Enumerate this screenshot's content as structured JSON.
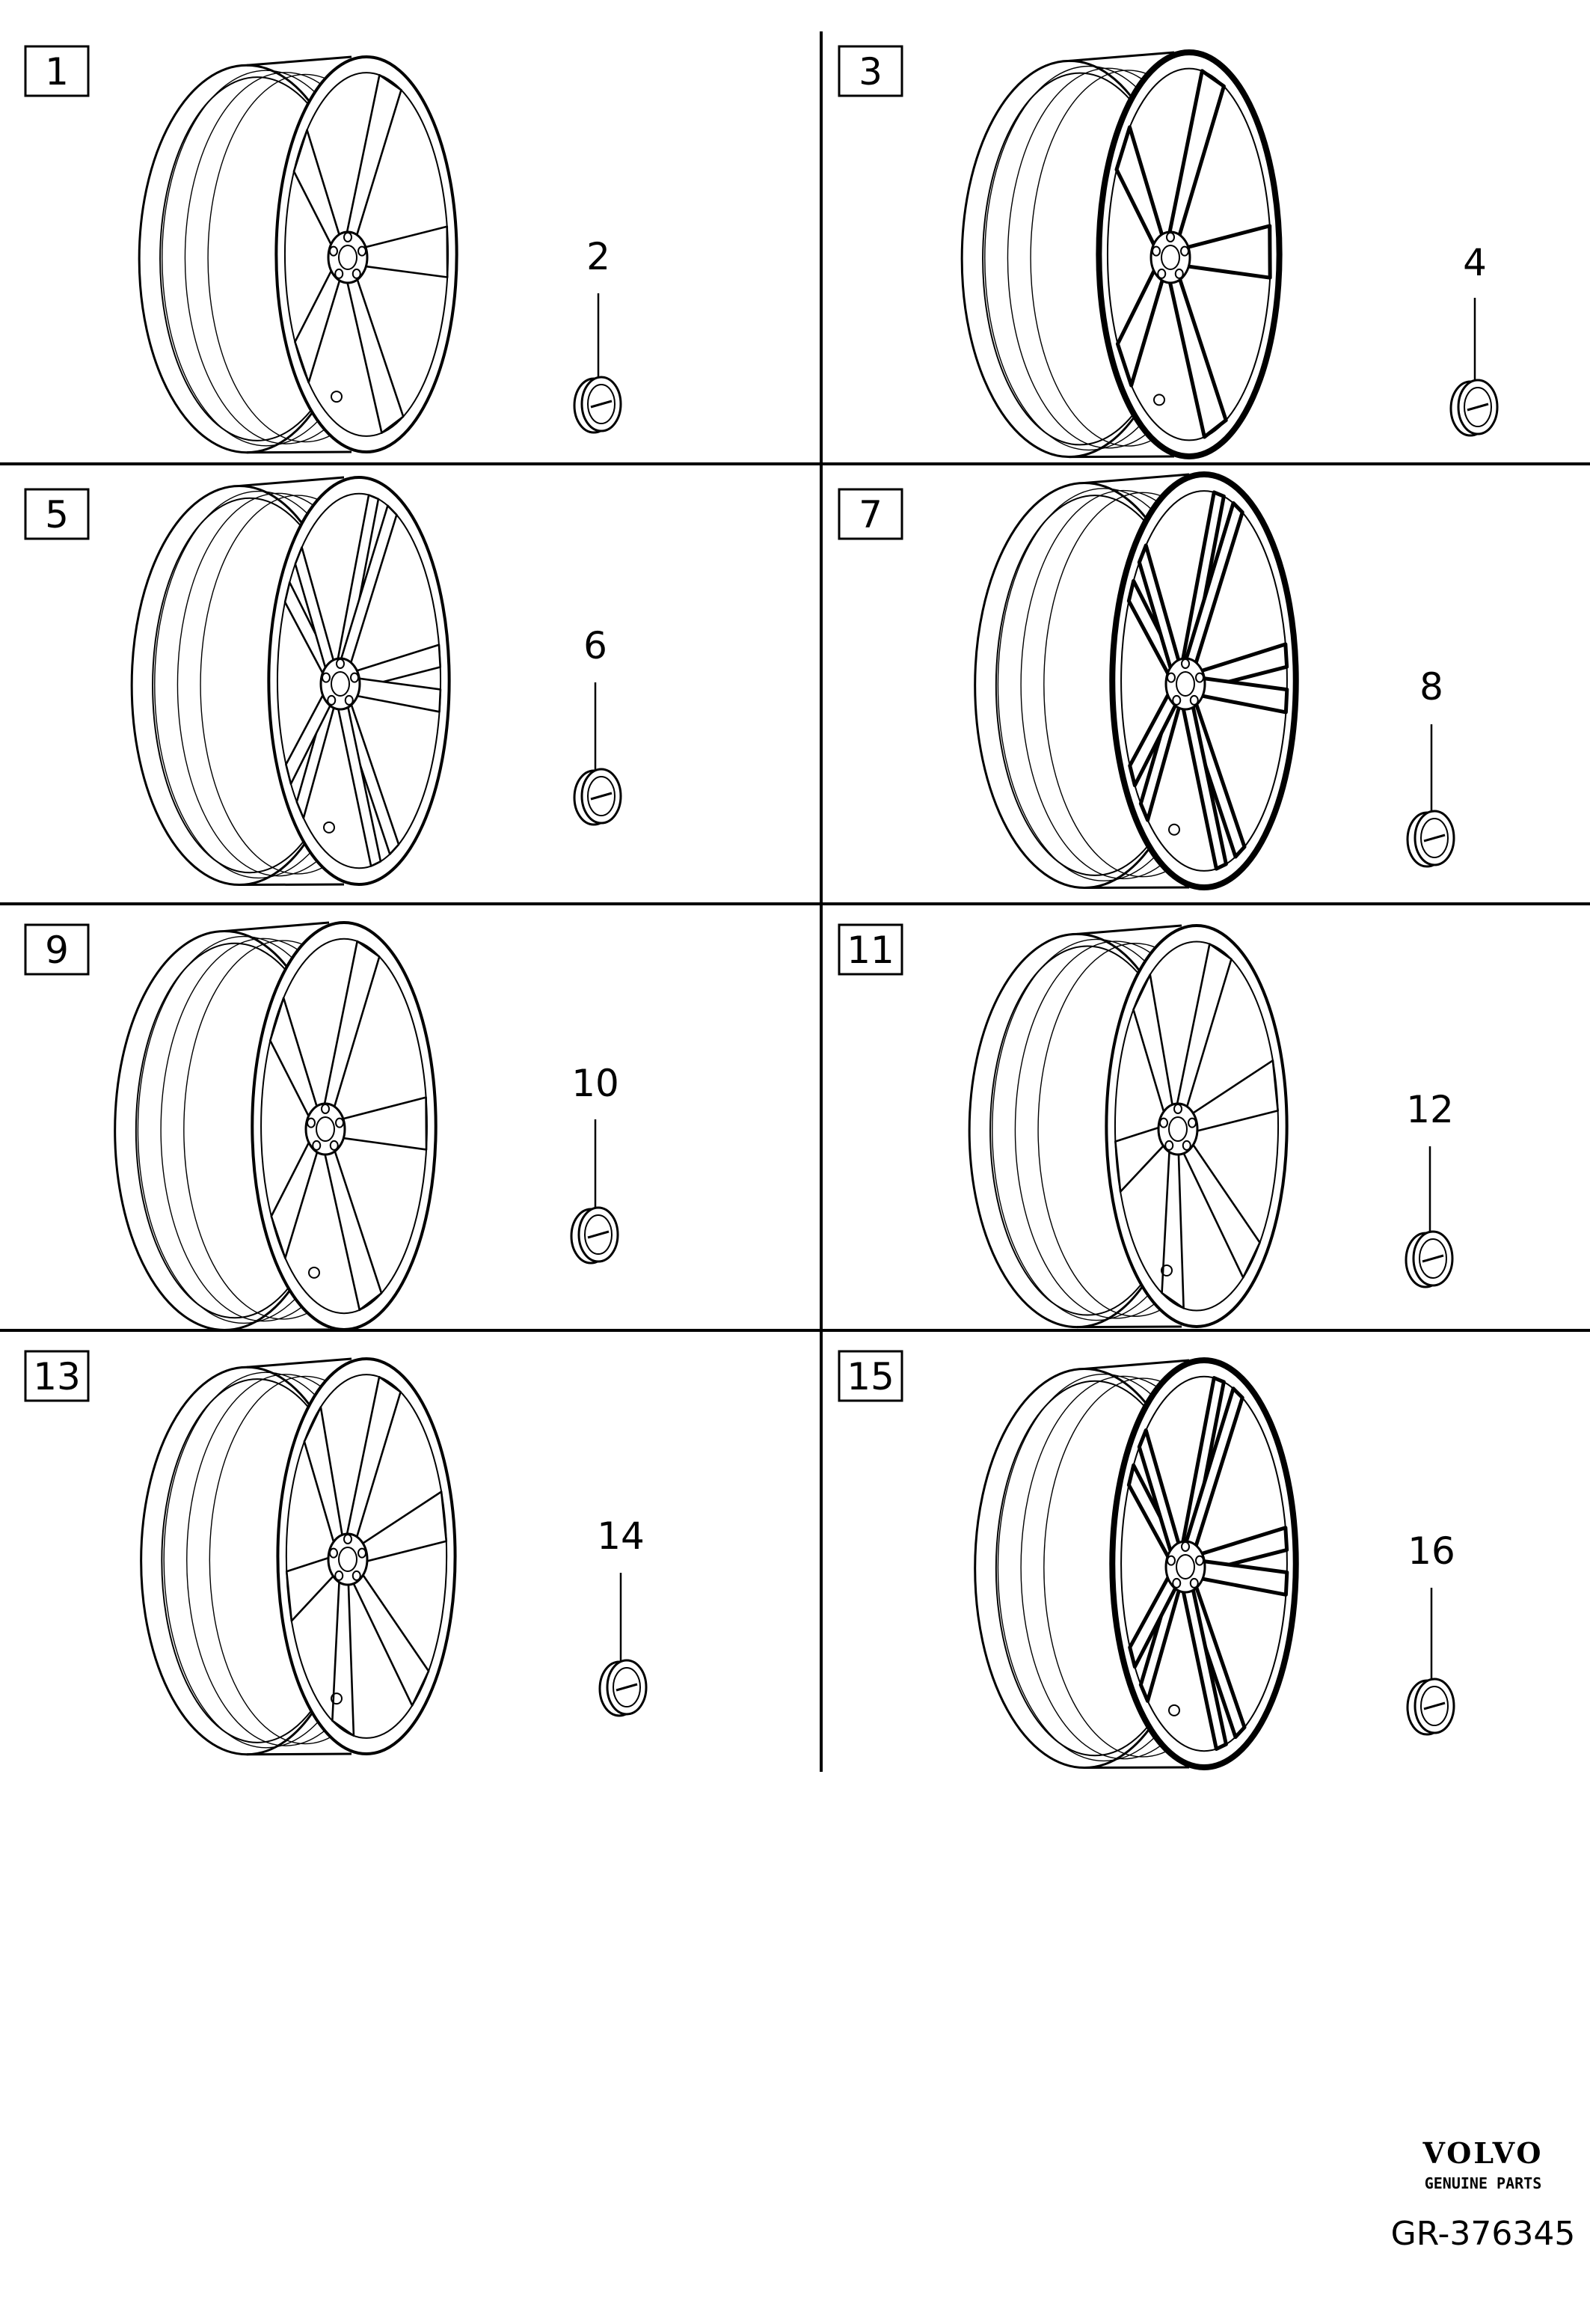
{
  "panels": [
    {
      "label": "1",
      "cap_label": "2",
      "style": "spoke5"
    },
    {
      "label": "3",
      "cap_label": "4",
      "style": "spoke5dark"
    },
    {
      "label": "5",
      "cap_label": "6",
      "style": "split5"
    },
    {
      "label": "7",
      "cap_label": "8",
      "style": "split10dark"
    },
    {
      "label": "9",
      "cap_label": "10",
      "style": "spoke5"
    },
    {
      "label": "11",
      "cap_label": "12",
      "style": "spoke6"
    },
    {
      "label": "13",
      "cap_label": "14",
      "style": "spoke6"
    },
    {
      "label": "15",
      "cap_label": "16",
      "style": "split10dark"
    }
  ],
  "footer": {
    "brand": "VOLVO",
    "tagline": "GENUINE PARTS",
    "diagram_code": "GR-376345"
  }
}
